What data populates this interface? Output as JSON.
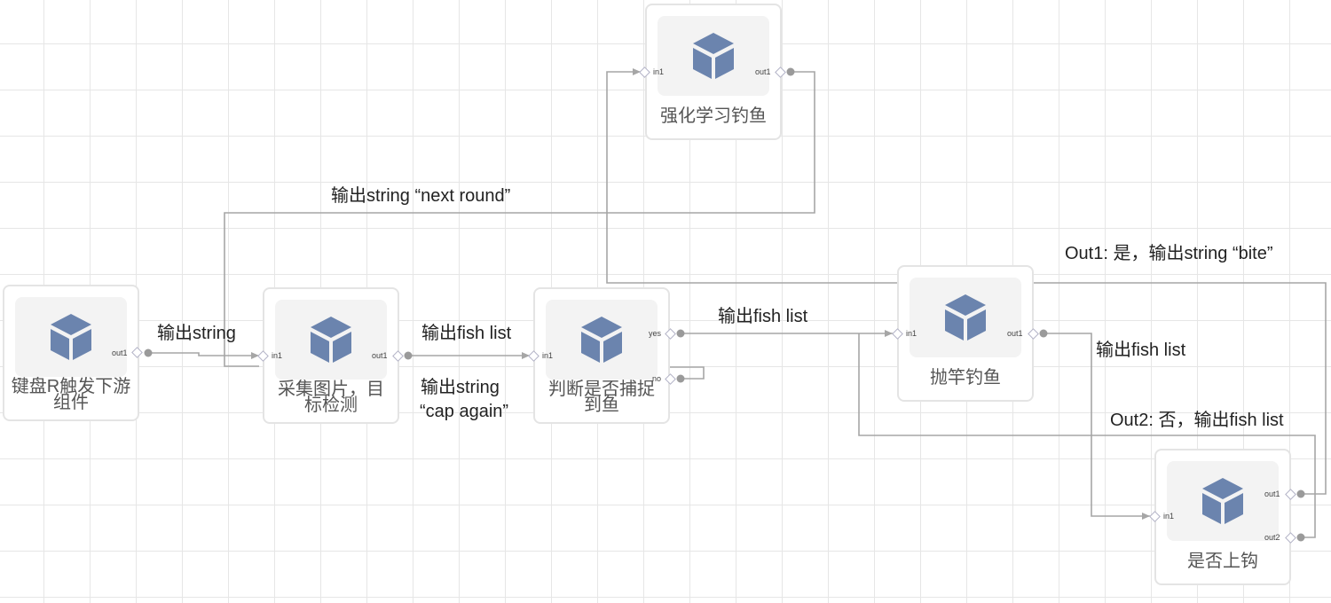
{
  "nodes": {
    "keyboard": {
      "title": "键盘R触发下游组件",
      "out1": "out1"
    },
    "capture": {
      "title": "采集图片，目标检测",
      "in1": "in1",
      "out1": "out1"
    },
    "judge": {
      "title": "判断是否捕捉到鱼",
      "in1": "in1",
      "yes": "yes",
      "no": "no"
    },
    "rl": {
      "title": "强化学习钓鱼",
      "in1": "in1",
      "out1": "out1"
    },
    "cast": {
      "title": "抛竿钓鱼",
      "in1": "in1",
      "out1": "out1"
    },
    "hooked": {
      "title": "是否上钩",
      "in1": "in1",
      "out1": "out1",
      "out2": "out2"
    }
  },
  "edges": {
    "kb_to_capture": "输出string",
    "capture_to_judge": "输出fish list",
    "judge_no_line1": "输出string",
    "judge_no_line2": "“cap again”",
    "judge_yes_to_cast": "输出fish list",
    "rl_next_round": "输出string “next round”",
    "cast_to_hooked": "输出fish list",
    "hooked_out1": "Out1: 是，输出string “bite”",
    "hooked_out2": "Out2: 否，输出fish list"
  },
  "icons": {
    "node_icon": "cube-icon"
  },
  "colors": {
    "wire": "#a6a6a6",
    "port": "#b2b2c6",
    "cube": "#6b84ae",
    "grid": "#e6e6e6"
  }
}
